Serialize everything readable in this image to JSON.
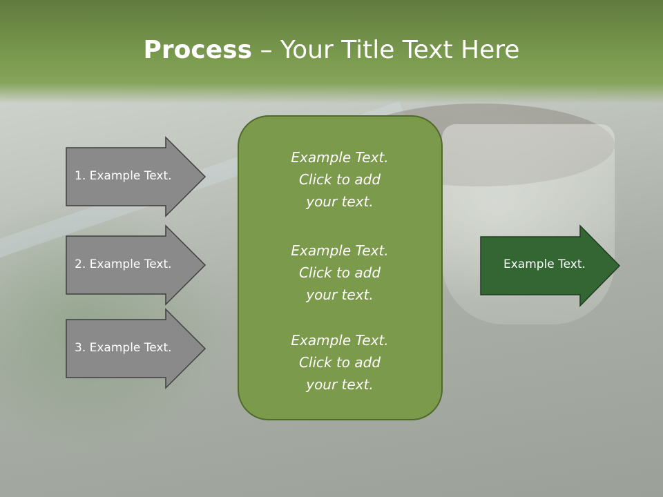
{
  "title": {
    "bold": "Process",
    "rest": " – Your Title Text Here"
  },
  "inputs": [
    {
      "label": "1. Example Text."
    },
    {
      "label": "2. Example Text."
    },
    {
      "label": "3. Example Text."
    }
  ],
  "center_box": [
    {
      "line1": "Example Text.",
      "line2": "Click  to add",
      "line3": "your text."
    },
    {
      "line1": "Example Text.",
      "line2": "Click  to add",
      "line3": "your text."
    },
    {
      "line1": "Example Text.",
      "line2": "Click  to add",
      "line3": "your text."
    }
  ],
  "output": {
    "label": "Example Text."
  },
  "colors": {
    "header": "#7a9a4e",
    "input_arrow": "#8a8a8a",
    "center_box": "#7c9a4b",
    "output_arrow": "#336633"
  }
}
